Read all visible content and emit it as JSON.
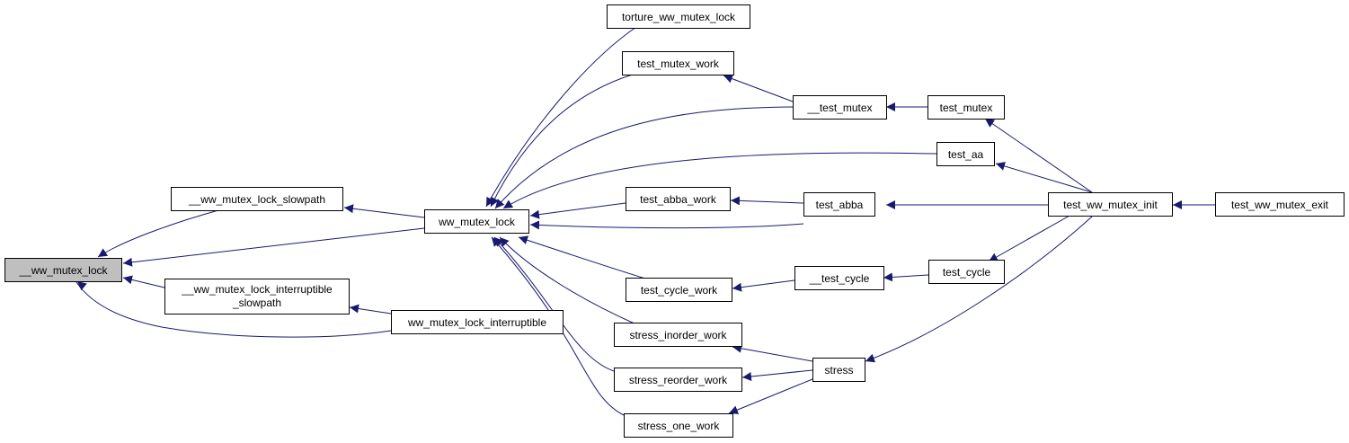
{
  "colors": {
    "edge": "#191970",
    "node_border": "#000000",
    "node_fill": "#ffffff",
    "highlight_fill": "#bfbfbf"
  },
  "nodes": [
    {
      "id": "n_ww_mutex_lock_internal",
      "label": "__ww_mutex_lock",
      "highlight": true
    },
    {
      "id": "n_slowpath",
      "label": "__ww_mutex_lock_slowpath"
    },
    {
      "id": "n_interruptible_slowpath",
      "label": "__ww_mutex_lock_interruptible",
      "label2": "_slowpath"
    },
    {
      "id": "n_ww_mutex_lock",
      "label": "ww_mutex_lock"
    },
    {
      "id": "n_ww_mutex_lock_interruptible",
      "label": "ww_mutex_lock_interruptible"
    },
    {
      "id": "n_torture",
      "label": "torture_ww_mutex_lock"
    },
    {
      "id": "n_test_mutex_work",
      "label": "test_mutex_work"
    },
    {
      "id": "n_test_mutex_internal",
      "label": "__test_mutex"
    },
    {
      "id": "n_test_mutex",
      "label": "test_mutex"
    },
    {
      "id": "n_test_aa",
      "label": "test_aa"
    },
    {
      "id": "n_test_abba_work",
      "label": "test_abba_work"
    },
    {
      "id": "n_test_abba",
      "label": "test_abba"
    },
    {
      "id": "n_test_ww_mutex_init",
      "label": "test_ww_mutex_init"
    },
    {
      "id": "n_test_ww_mutex_exit",
      "label": "test_ww_mutex_exit"
    },
    {
      "id": "n_test_cycle_work",
      "label": "test_cycle_work"
    },
    {
      "id": "n_test_cycle_internal",
      "label": "__test_cycle"
    },
    {
      "id": "n_test_cycle",
      "label": "test_cycle"
    },
    {
      "id": "n_stress_inorder_work",
      "label": "stress_inorder_work"
    },
    {
      "id": "n_stress_reorder_work",
      "label": "stress_reorder_work"
    },
    {
      "id": "n_stress",
      "label": "stress"
    },
    {
      "id": "n_stress_one_work",
      "label": "stress_one_work"
    }
  ]
}
